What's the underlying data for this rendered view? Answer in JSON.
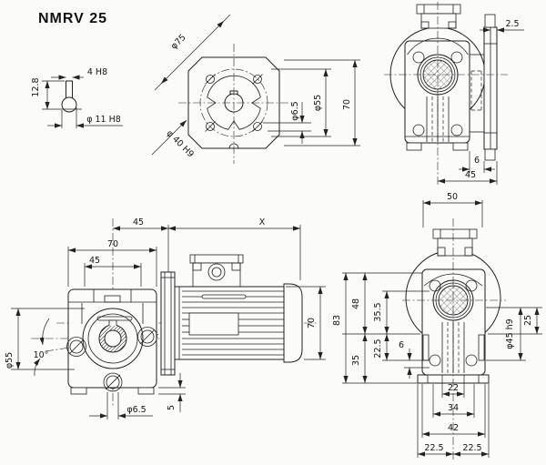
{
  "title": "NMRV 25",
  "labels": {
    "shaft_height": "12.8",
    "shaft_key": "4 H8",
    "shaft_bore": "φ 11 H8",
    "flange_outer": "φ75",
    "flange_spigot": "φ 40 H9",
    "flange_hole": "φ6.5",
    "flange_bolt_circle": "φ55",
    "flange_height": "70",
    "side_plate_thickness": "2.5",
    "side_boss": "6",
    "side_width": "45",
    "front_center_to_face": "45",
    "front_width": "70",
    "front_top_width": "45",
    "front_angle": "10°",
    "front_boss": "φ55",
    "front_hole": "φ6.5",
    "front_foot": "5",
    "motor_length": "X",
    "motor_height": "70",
    "rear_top_width": "50",
    "rear_total_height": "83",
    "rear_upper": "48",
    "rear_lower": "35",
    "rear_upper_inner": "35.5",
    "rear_lower_inner": "22.5",
    "rear_small": "6",
    "rear_spigot": "φ45 h9",
    "rear_offset": "25",
    "rear_width_1": "22",
    "rear_width_2": "34",
    "rear_width_3": "42",
    "rear_half_left": "22.5",
    "rear_half_right": "22.5"
  }
}
